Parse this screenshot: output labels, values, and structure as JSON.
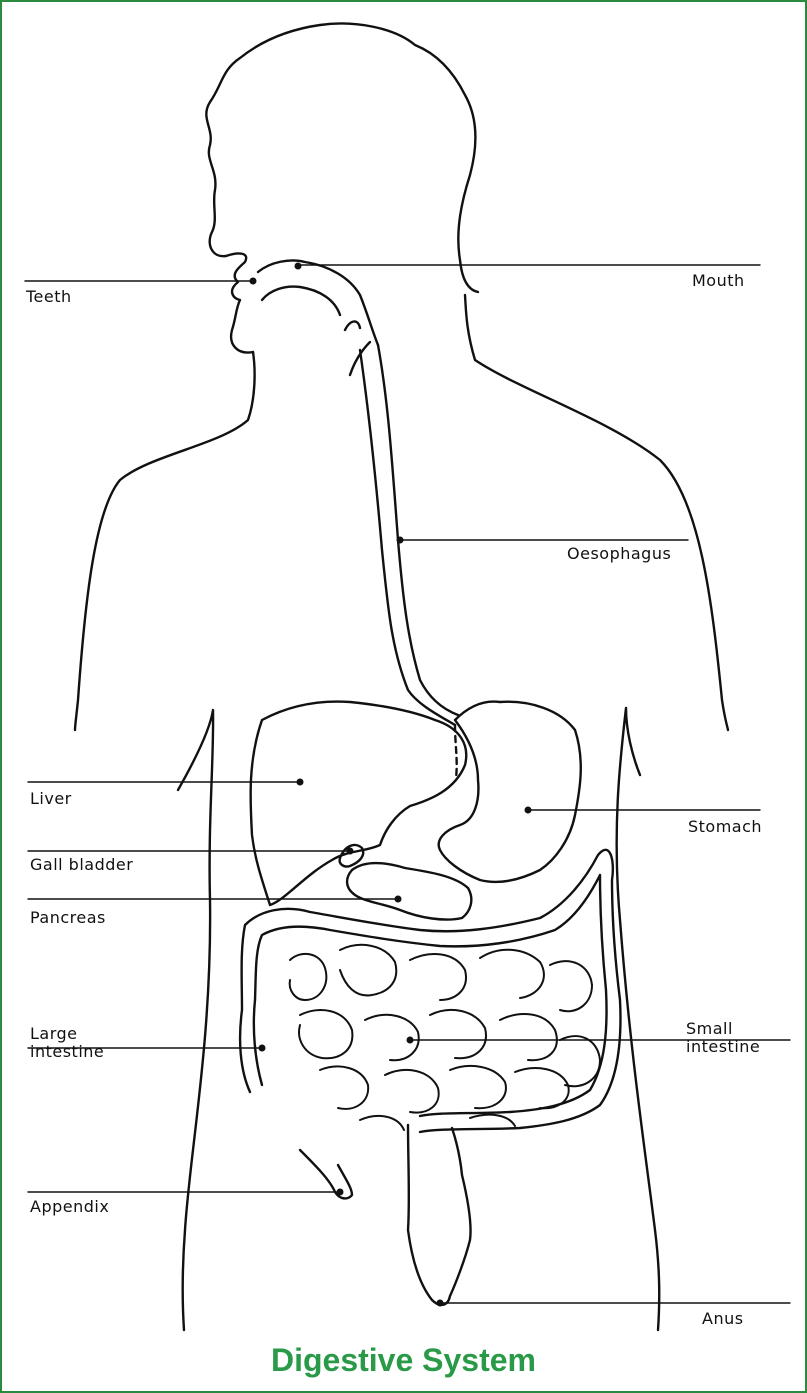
{
  "caption": "Digestive System",
  "labels": {
    "teeth": "Teeth",
    "mouth": "Mouth",
    "oesophagus": "Oesophagus",
    "liver": "Liver",
    "stomach": "Stomach",
    "gall_bladder": "Gall bladder",
    "pancreas": "Pancreas",
    "large_intestine": "Large intestine",
    "small_intestine": "Small intestine",
    "appendix": "Appendix",
    "anus": "Anus"
  },
  "colors": {
    "frame": "#2a8a3e",
    "caption": "#2a9a48",
    "ink": "#111111"
  }
}
